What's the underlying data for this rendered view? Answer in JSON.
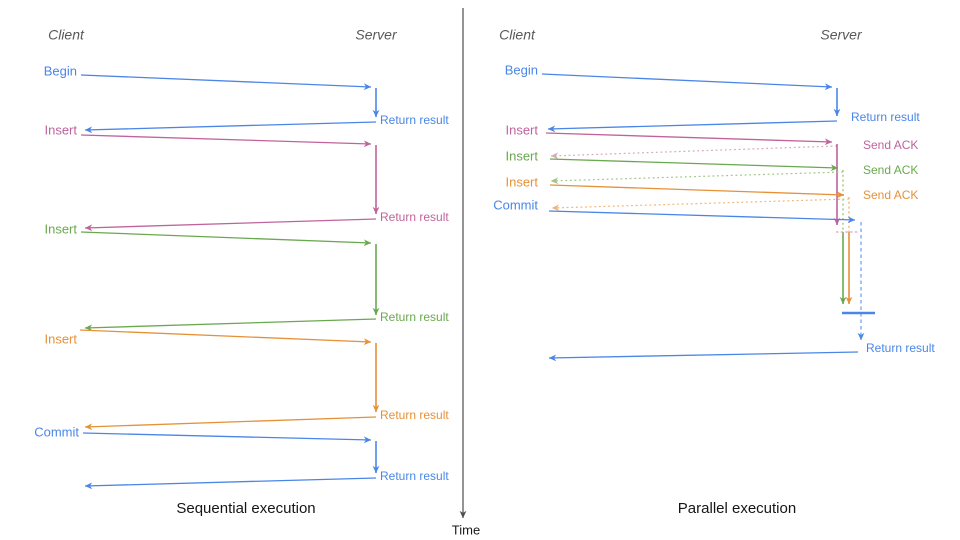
{
  "colors": {
    "blue": "#4a86e8",
    "blue_light": "#7baaf7",
    "pink": "#c0639c",
    "pink_light": "#d5a6bd",
    "green": "#6aa84f",
    "green_light": "#9fc483",
    "orange": "#e69138",
    "orange_light": "#f2b272",
    "axis_gray": "#4d4d4d",
    "header_gray": "#595959",
    "title_black": "#161616"
  },
  "sequential": {
    "title": "Sequential execution",
    "client_header": "Client",
    "server_header": "Server",
    "operations": [
      {
        "request": "Begin",
        "response": "Return result"
      },
      {
        "request": "Insert",
        "response": "Return result"
      },
      {
        "request": "Insert",
        "response": "Return result"
      },
      {
        "request": "Insert",
        "response": "Return result"
      },
      {
        "request": "Commit",
        "response": "Return result"
      }
    ]
  },
  "parallel": {
    "title": "Parallel execution",
    "client_header": "Client",
    "server_header": "Server",
    "operations": [
      {
        "request": "Begin",
        "response": "Return result"
      },
      {
        "request": "Insert",
        "response": "Send ACK"
      },
      {
        "request": "Insert",
        "response": "Send ACK"
      },
      {
        "request": "Insert",
        "response": "Send ACK"
      },
      {
        "request": "Commit",
        "response": "Return result"
      }
    ]
  },
  "time_axis": {
    "label": "Time"
  }
}
